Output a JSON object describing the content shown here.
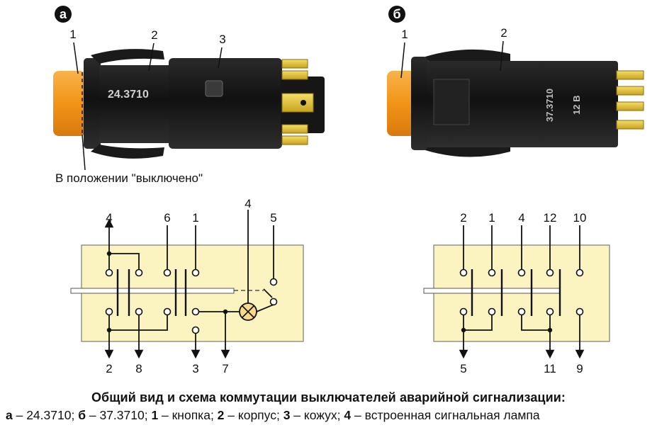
{
  "panel_a": {
    "letter": "а",
    "callouts": [
      "1",
      "2",
      "3"
    ],
    "body_marking": "24.3710",
    "note": "В положении \"выключено\""
  },
  "panel_b": {
    "letter": "б",
    "callouts": [
      "1",
      "2"
    ],
    "body_marking_1": "37.3710",
    "body_marking_2": "12 В"
  },
  "schematic_a": {
    "top_labels": [
      "4",
      "6",
      "1",
      "4",
      "5"
    ],
    "bottom_labels": [
      "2",
      "8",
      "3",
      "7"
    ]
  },
  "schematic_b": {
    "top_labels": [
      "2",
      "1",
      "4",
      "12",
      "10"
    ],
    "bottom_labels": [
      "5",
      "11",
      "9"
    ]
  },
  "caption": {
    "title": "Общий вид и схема коммутации выключателей аварийной сигнализации:",
    "legend": [
      {
        "key": "а",
        "text": " – 24.3710; "
      },
      {
        "key": "б",
        "text": " – 37.3710; "
      },
      {
        "key": "1",
        "text": " – кнопка; "
      },
      {
        "key": "2",
        "text": " – корпус; "
      },
      {
        "key": "3",
        "text": " – кожух; "
      },
      {
        "key": "4",
        "text": " – встроенная сигнальная лампа"
      }
    ]
  },
  "colors": {
    "button_orange": "#f39a1e",
    "housing_black": "#1b1b1b",
    "terminal_gold": "#e2c23a",
    "panel_fill": "#fbf3c0"
  }
}
